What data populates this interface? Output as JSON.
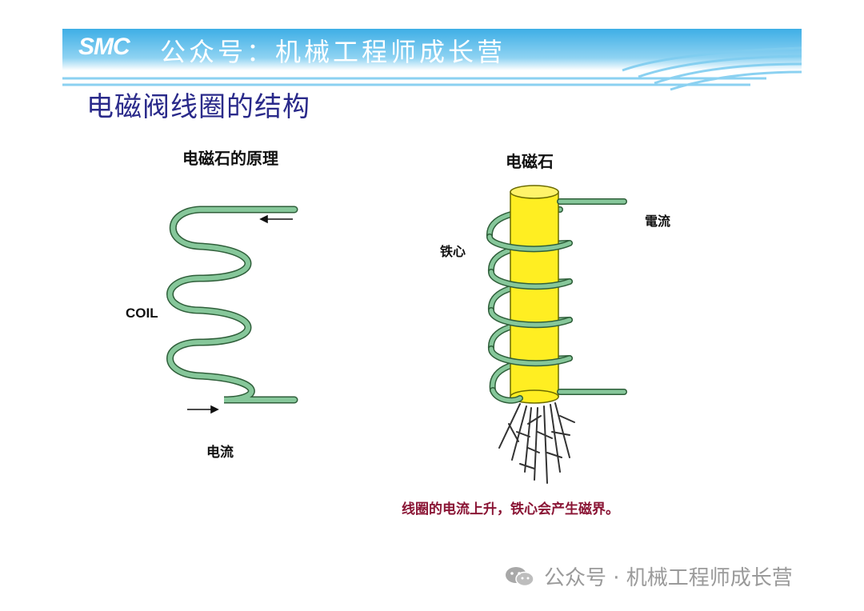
{
  "header": {
    "logo": "SMC",
    "text": "公众号：机械工程师成长营"
  },
  "title": "电磁阀线圈的结构",
  "left_panel": {
    "heading": "电磁石的原理",
    "coil_label": "COIL",
    "current_label": "电流"
  },
  "right_panel": {
    "heading": "电磁石",
    "current_label": "電流",
    "core_label": "铁心"
  },
  "caption": "线圈的电流上升，铁心会产生磁界。",
  "watermark": {
    "icon": "wechat-icon",
    "text": "公众号 · 机械工程师成长营"
  },
  "colors": {
    "header_blue": "#4fb6e6",
    "title_blue": "#2a2a8a",
    "coil_green": "#7fbf8c",
    "core_yellow": "#ffee22",
    "caption_red": "#8a1535"
  }
}
